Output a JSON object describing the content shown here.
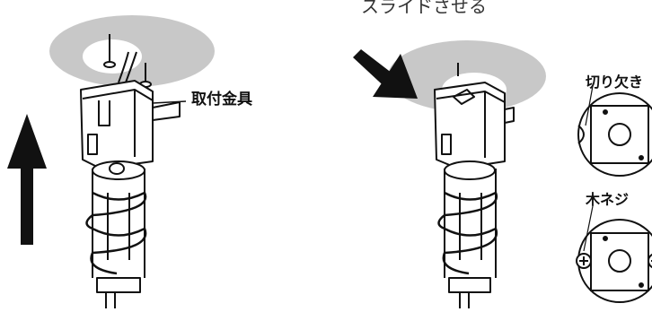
{
  "labels": {
    "top_caption": "スライドさせる",
    "mounting_bracket": "取付金具",
    "notch": "切り欠き",
    "wood_screw": "木ネジ"
  },
  "colors": {
    "ceiling_disc": "#c8c8c8",
    "line": "#111111",
    "arrow": "#111111"
  }
}
